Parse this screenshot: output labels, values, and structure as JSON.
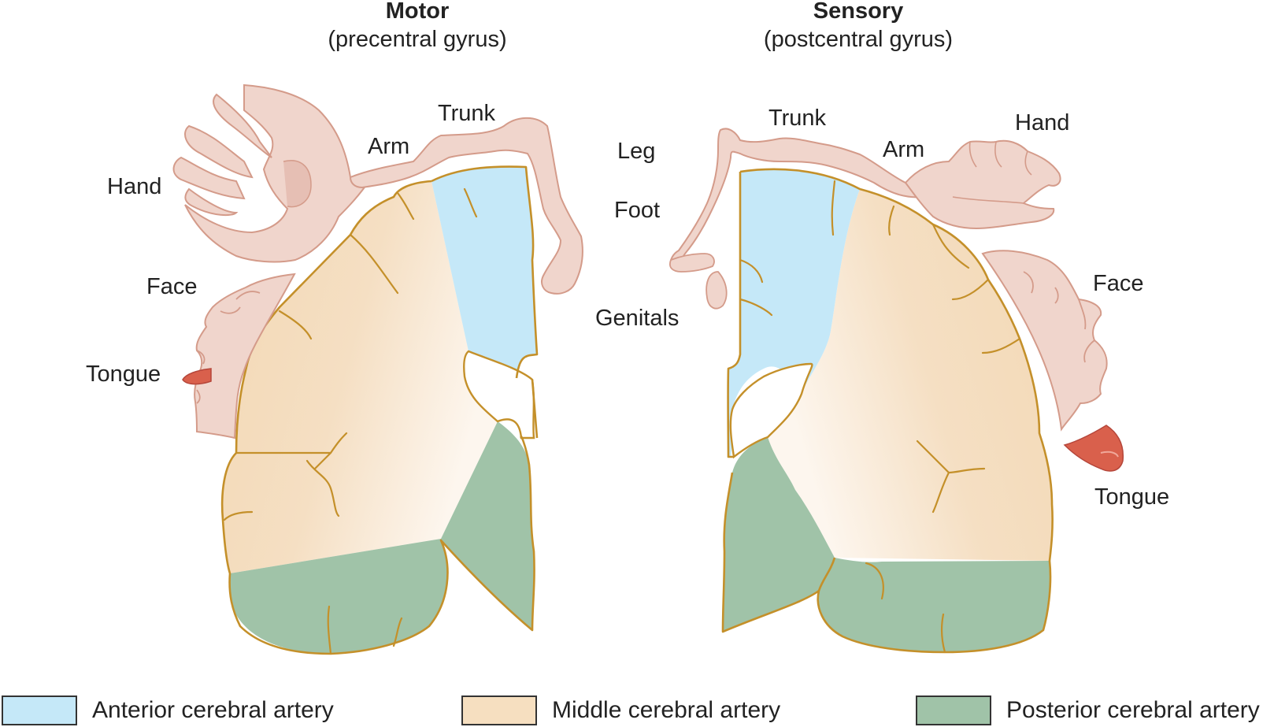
{
  "titles": {
    "motor": {
      "heading": "Motor",
      "sub": "(precentral gyrus)"
    },
    "sensory": {
      "heading": "Sensory",
      "sub": "(postcentral gyrus)"
    }
  },
  "motor_labels": {
    "hand": "Hand",
    "arm": "Arm",
    "trunk": "Trunk",
    "face": "Face",
    "tongue": "Tongue"
  },
  "middle_labels": {
    "leg": "Leg",
    "foot": "Foot",
    "genitals": "Genitals"
  },
  "sensory_labels": {
    "trunk": "Trunk",
    "arm": "Arm",
    "hand": "Hand",
    "face": "Face",
    "tongue": "Tongue"
  },
  "legend": [
    {
      "label": "Anterior cerebral artery",
      "color": "#c5e8f8"
    },
    {
      "label": "Middle cerebral artery",
      "color": "#f6dfc0"
    },
    {
      "label": "Posterior cerebral artery",
      "color": "#a0c3a8"
    }
  ],
  "colors": {
    "anterior": "#c5e8f8",
    "middle": "#f3d8b4",
    "posterior": "#a0c3a8",
    "outline": "#c4902a",
    "skin": "#f0d5cc",
    "skin_line": "#d49b8a",
    "tongue": "#d9604c"
  }
}
